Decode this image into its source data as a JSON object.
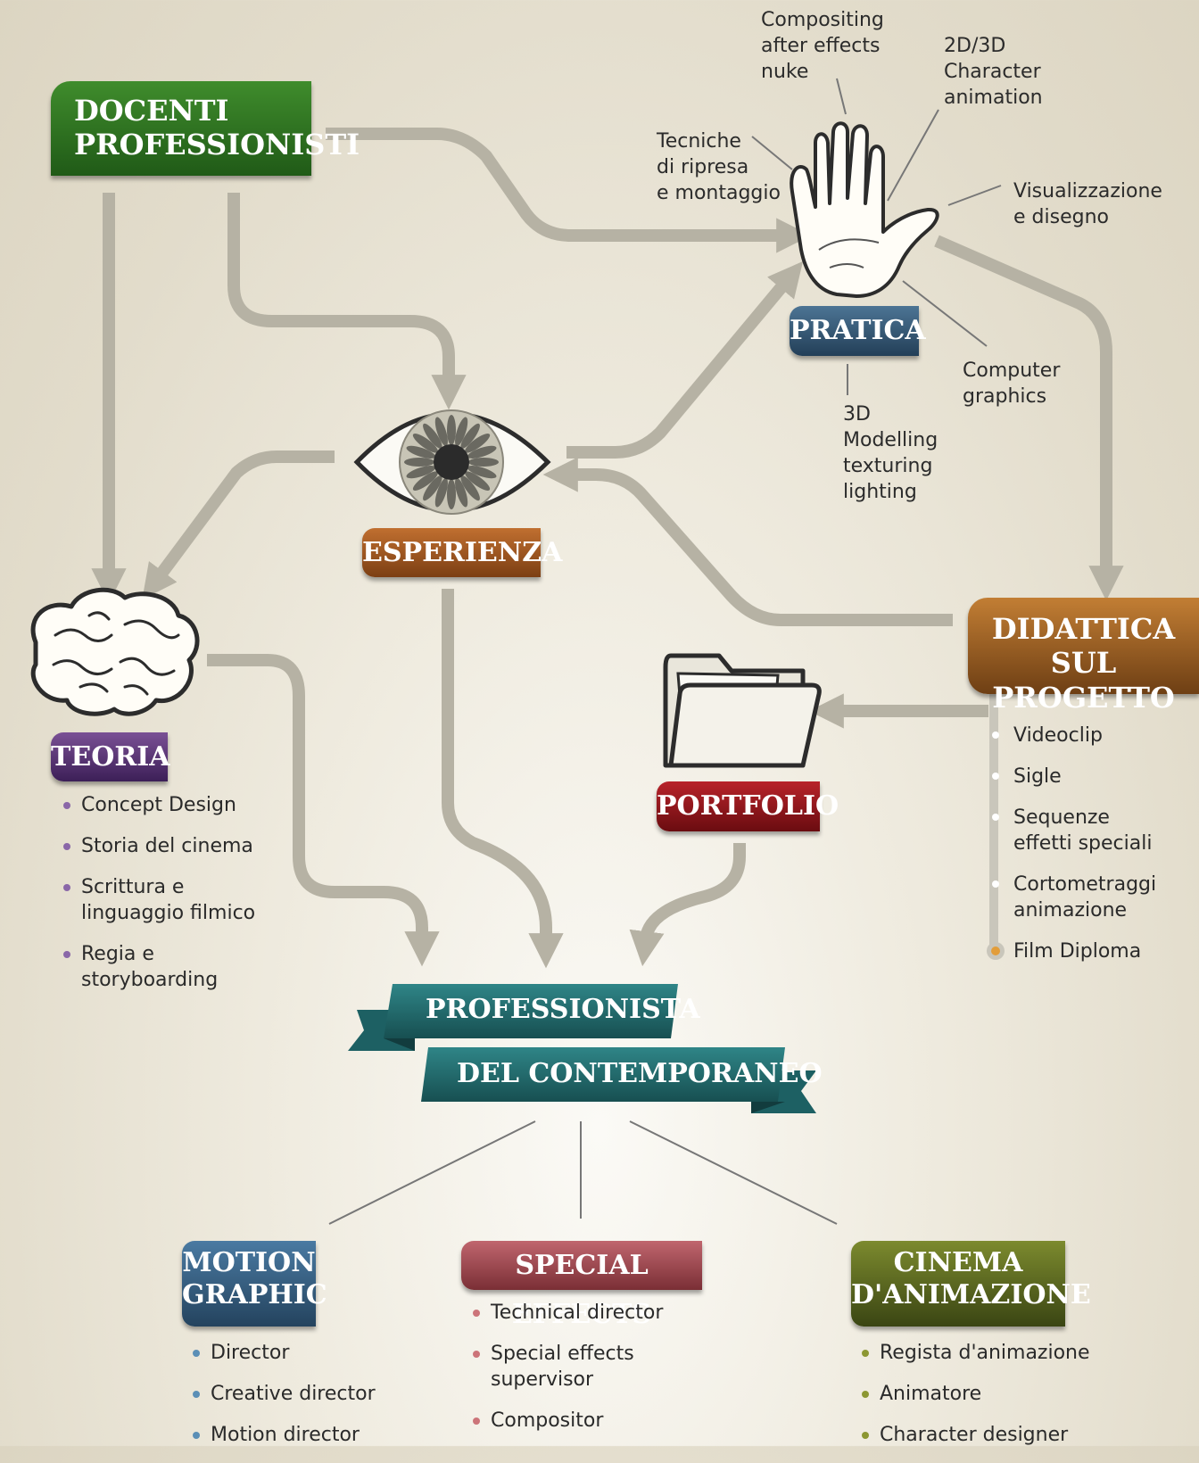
{
  "boxes": {
    "docenti": [
      "DOCENTI",
      "PROFESSIONISTI"
    ],
    "pratica": "PRATICA",
    "esperienza": "ESPERIENZA",
    "didattica": [
      "DIDATTICA",
      "SUL PROGETTO"
    ],
    "teoria": "TEORIA",
    "portfolio": "PORTFOLIO"
  },
  "banner": {
    "line1": "PROFESSIONISTA",
    "line2": "DEL CONTEMPORANEO"
  },
  "pratica_labels": {
    "compositing": "Compositing\nafter effects\nnuke",
    "character": "2D/3D\nCharacter\nanimation",
    "tecniche": "Tecniche\ndi ripresa\ne montaggio",
    "visualizzazione": "Visualizzazione\ne disegno",
    "computer": "Computer\ngraphics",
    "modelling": "3D\nModelling\ntexturing\nlighting"
  },
  "teoria_items": [
    "Concept Design",
    "Storia del cinema",
    "Scrittura e\nlinguaggio filmico",
    "Regia e\nstoryboarding"
  ],
  "didattica_items": [
    "Videoclip",
    "Sigle",
    "Sequenze\neffetti speciali",
    "Cortometraggi\nanimazione",
    "Film Diploma"
  ],
  "careers": {
    "motion": {
      "title": [
        "MOTION",
        "GRAPHIC"
      ],
      "items": [
        "Director",
        "Creative director",
        "Motion director"
      ]
    },
    "special": {
      "title": "SPECIAL EFFECTS",
      "items": [
        "Technical director",
        "Special effects supervisor",
        "Compositor"
      ]
    },
    "cinema": {
      "title": [
        "CINEMA",
        "D'ANIMAZIONE"
      ],
      "items": [
        "Regista d'animazione",
        "Animatore",
        "Character designer"
      ]
    }
  },
  "colors": {
    "arrow": "#b6b2a4",
    "docenti": "#2f7422",
    "pratica": "#3a5a77",
    "esperienza": "#a5571f",
    "didattica": "#9b5f25",
    "teoria": "#5b3677",
    "portfolio": "#951820",
    "banner": "#1f6669",
    "motion": "#35607f",
    "special": "#a24a52",
    "cinema": "#5c6a1f"
  },
  "icons": [
    "hand-icon",
    "eye-icon",
    "brain-icon",
    "folder-icon"
  ]
}
